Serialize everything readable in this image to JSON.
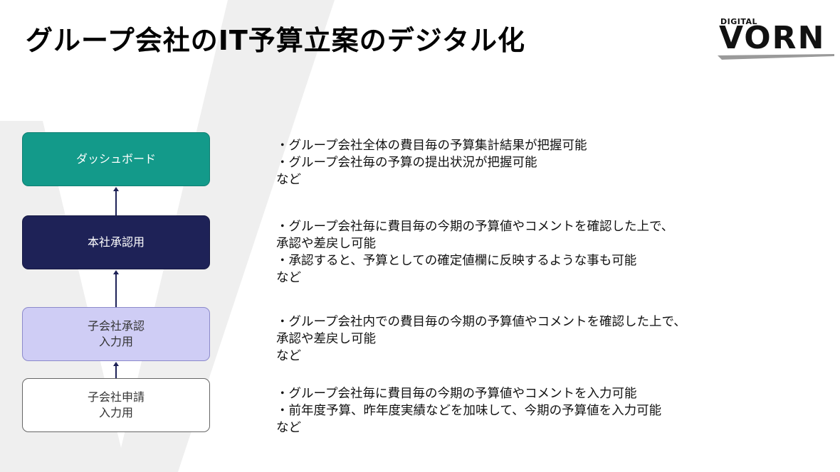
{
  "title": "グループ会社のIT予算立案のデジタル化",
  "logo": {
    "small": "DIGITAL",
    "big": "VORN"
  },
  "boxes": {
    "dashboard": "ダッシュボード",
    "hq_approval": "本社承認用",
    "sub_approval": "子会社承認\n入力用",
    "sub_request": "子会社申請\n入力用"
  },
  "descriptions": {
    "dashboard": [
      "・グループ会社全体の費目毎の予算集計結果が把握可能",
      "・グループ会社毎の予算の提出状況が把握可能",
      "など"
    ],
    "hq_approval": [
      "・グループ会社毎に費目毎の今期の予算値やコメントを確認した上で、",
      "承認や差戻し可能",
      "・承認すると、予算としての確定値欄に反映するような事も可能",
      "など"
    ],
    "sub_approval": [
      "・グループ会社内での費目毎の今期の予算値やコメントを確認した上で、",
      "承認や差戻し可能",
      "など"
    ],
    "sub_request": [
      "・グループ会社毎に費目毎の今期の予算値やコメントを入力可能",
      "・前年度予算、昨年度実績などを加味して、今期の予算値を入力可能",
      "など"
    ]
  },
  "colors": {
    "dashboard": "#139a8a",
    "hq_approval": "#1e2257",
    "sub_approval": "#cfcdf5",
    "sub_request": "#ffffff",
    "arrow": "#1e2257"
  }
}
